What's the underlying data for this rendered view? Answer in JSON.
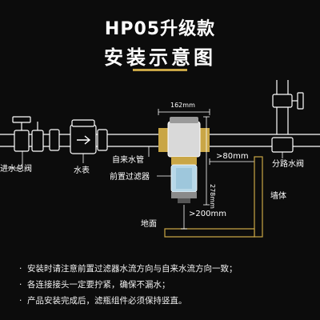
{
  "header": {
    "title": "HP05升级款",
    "subtitle": "安装示意图"
  },
  "labels": {
    "main_valve": "进水总阀",
    "water_meter": "水表",
    "tap_pipe": "自来水管",
    "prefilter": "前置过滤器",
    "branch_valve": "分路水阀",
    "wall": "墙体",
    "floor": "地面",
    "width": "162mm",
    "height": "278mm",
    "wall_gap": ">80mm",
    "floor_gap": ">200mm"
  },
  "notes": [
    "安装时请注意前置过滤器水流方向与自来水流方向一致；",
    "各连接接头一定要拧紧，确保不漏水；",
    "产品安装完成后，滤瓶组件必须保持竖直。"
  ],
  "colors": {
    "background": "#0c0c0c",
    "accent_gold": "#c9a646",
    "pipe_stroke": "#ffffff",
    "filter_bottle": "#b8d8e8"
  },
  "icons": {
    "meter": "water-meter-icon",
    "valve": "valve-icon",
    "filter": "prefilter-icon"
  }
}
